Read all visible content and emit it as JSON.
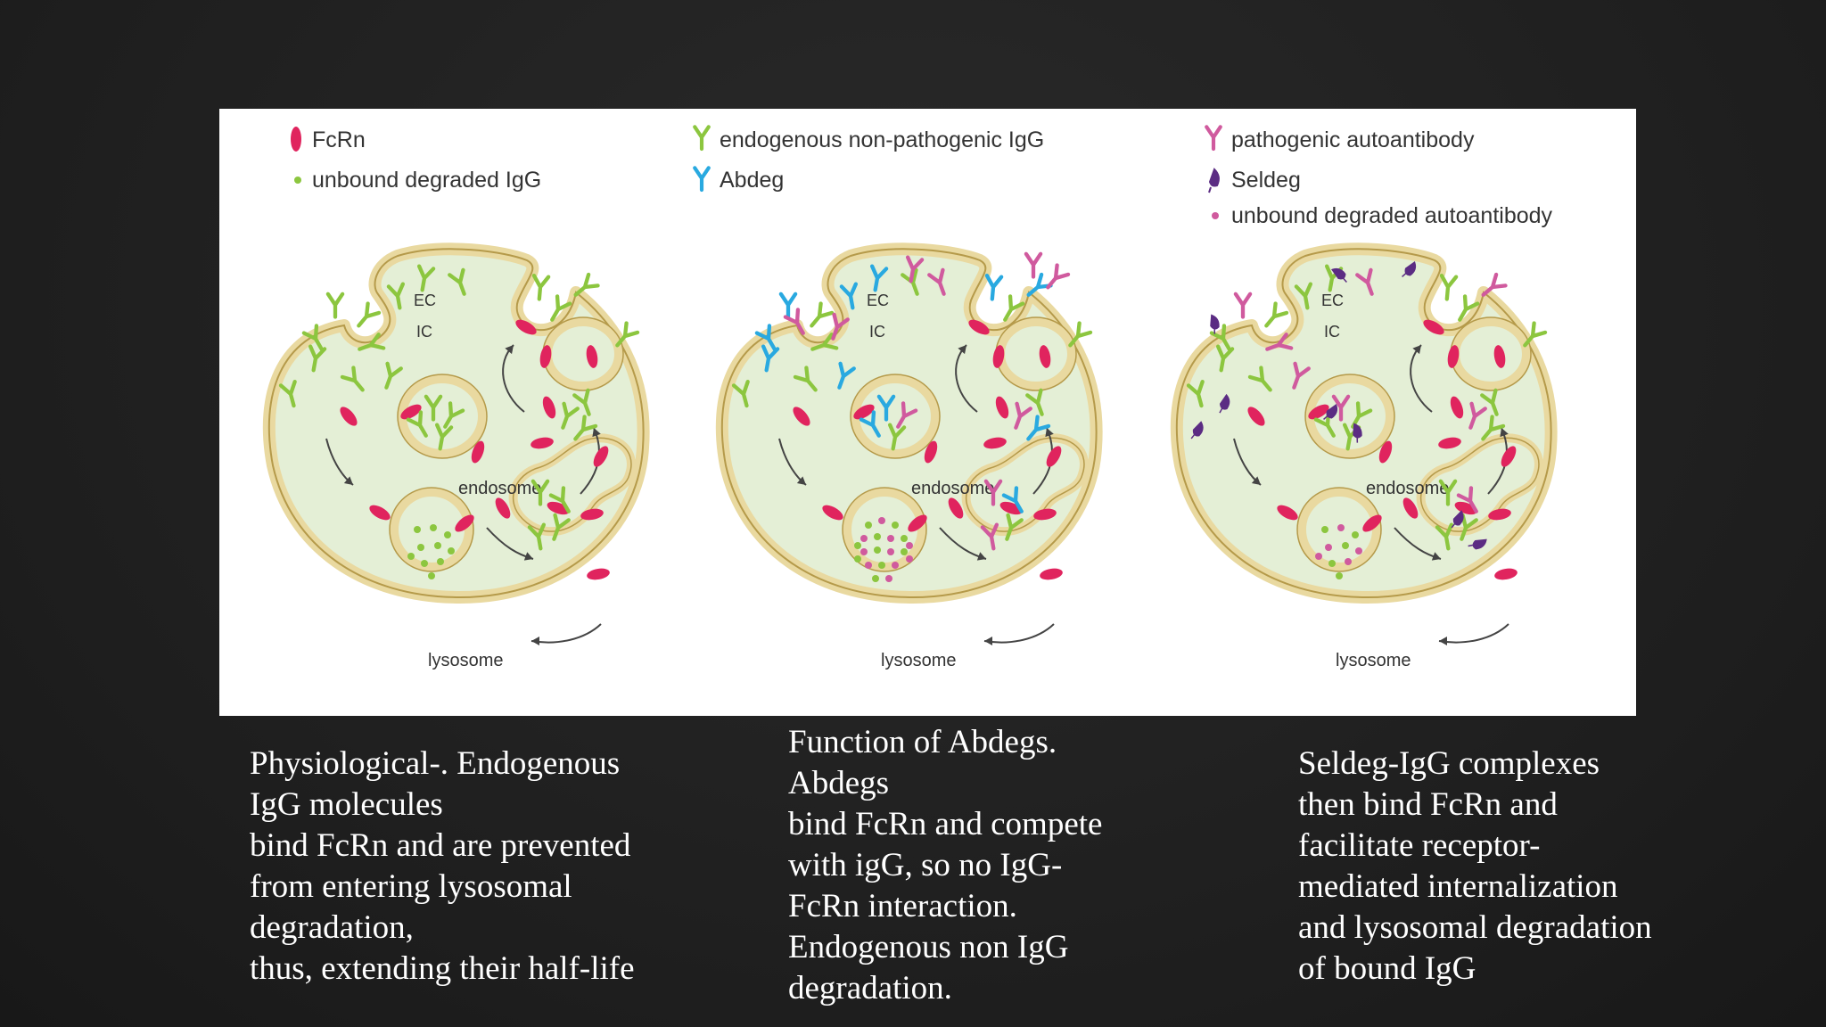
{
  "legend": {
    "fcrn": "FcRn",
    "unbound_igg": "unbound degraded IgG",
    "endogenous_igg": "endogenous non-pathogenic IgG",
    "abdeg": "Abdeg",
    "pathogenic": "pathogenic autoantibody",
    "seldeg": "Seldeg",
    "unbound_auto": "unbound degraded autoantibody"
  },
  "labels": {
    "ec": "EC",
    "ic": "IC",
    "endosome": "endosome",
    "lysosome": "lysosome"
  },
  "captions": {
    "left": " Physiological-. Endogenous\nIgG molecules\nbind FcRn and are prevented\nfrom entering lysosomal\ndegradation,\nthus, extending their half-life",
    "middle": "Function of Abdegs.\nAbdegs\nbind FcRn and compete\nwith igG, so no IgG-\nFcRn interaction.\nEndogenous non IgG\ndegradation.",
    "right": "Seldeg-IgG complexes\nthen bind FcRn and\nfacilitate receptor-\nmediated internalization\nand lysosomal degradation\nof bound IgG"
  },
  "colors": {
    "fcrn": "#e0245e",
    "igg": "#8cc63f",
    "abdeg": "#29a9e0",
    "pathogenic": "#d05a9e",
    "seldeg": "#5b2c83",
    "cell_fill": "#e4efd6",
    "membrane": "#e9d9a0"
  }
}
